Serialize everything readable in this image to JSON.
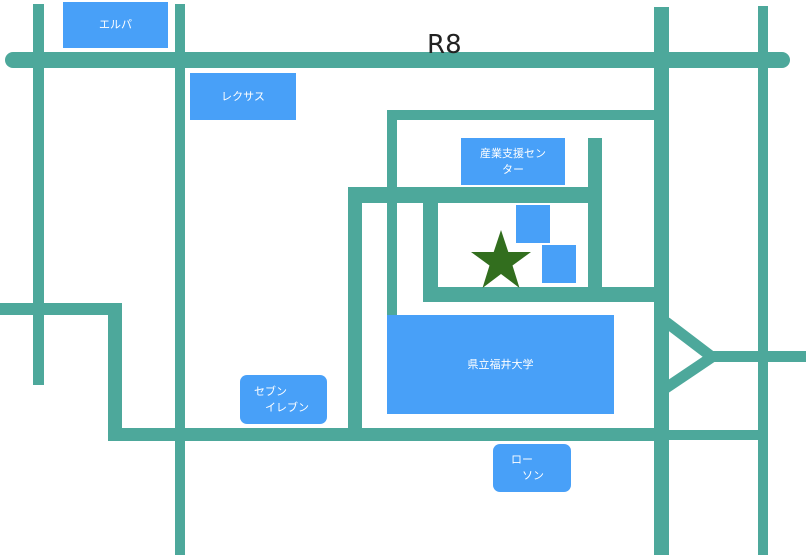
{
  "route_label": "R8",
  "landmarks": {
    "elpa": "エルパ",
    "lexus": "レクサス",
    "industry_center": "産業支援セン\nター",
    "university": "県立福井大学",
    "seven_eleven": "セブン\n　イレブン",
    "lawson": "ロー\n　ソン"
  },
  "colors": {
    "road": "#4da89b",
    "building": "#48a0f8",
    "marker": "#326e1e"
  },
  "marker_icon": "star-icon"
}
